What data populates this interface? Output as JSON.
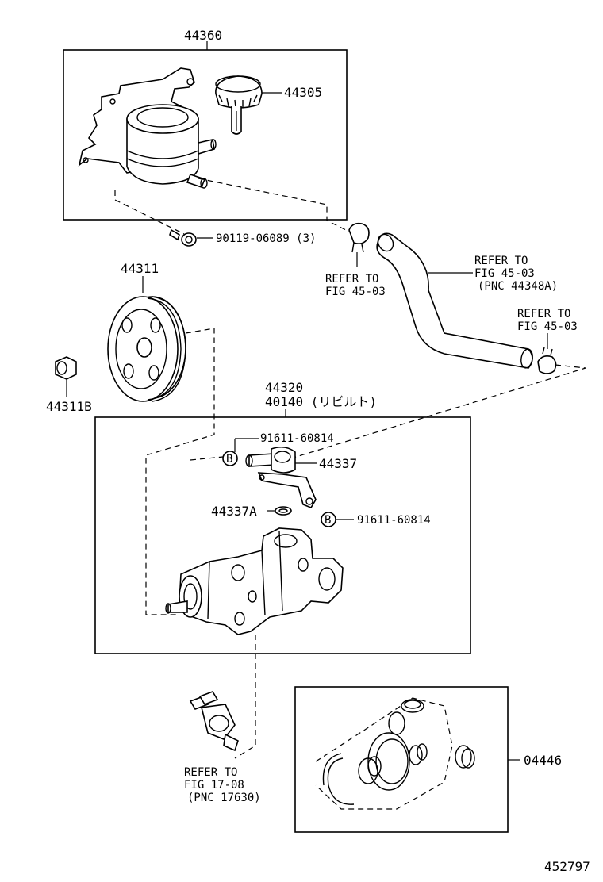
{
  "labels": {
    "reservoir_assy": "44360",
    "cap": "44305",
    "bolt": "90119-06089 (3)",
    "refer_clamp_line1": "REFER TO",
    "refer_clamp_line2": "FIG 45-03",
    "refer_hose_line1": "REFER TO",
    "refer_hose_line2": "FIG 45-03",
    "refer_hose_line3": "(PNC 44348A)",
    "refer_clamp2_line1": "REFER TO",
    "refer_clamp2_line2": "FIG 45-03",
    "pulley": "44311",
    "nut": "44311B",
    "pump_assy": "44320",
    "pump_rebuilt": "40140 (リビルト)",
    "gasket_top": "91611-60814",
    "union": "44337",
    "oring": "44337A",
    "gasket_bottom": "91611-60814",
    "callout_b1": "B",
    "callout_b2": "B",
    "refer_switch_line1": "REFER TO",
    "refer_switch_line2": "FIG 17-08",
    "refer_switch_line3": "(PNC 17630)",
    "gasket_kit": "04446",
    "figure_number": "452797"
  }
}
